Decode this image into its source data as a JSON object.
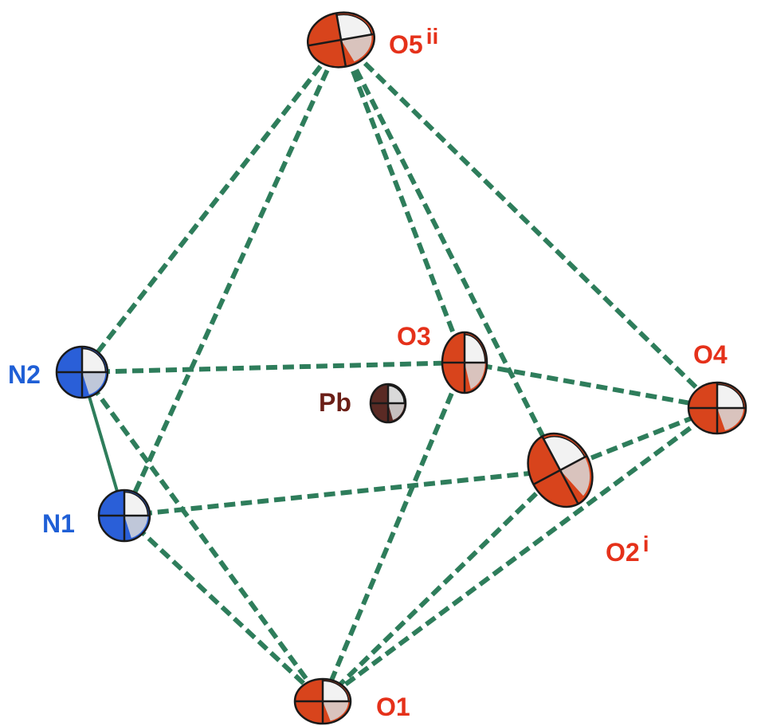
{
  "colors": {
    "bond": "#2e7d5b",
    "oxygen_fill": "#d8441c",
    "oxygen_label": "#e5311a",
    "nitrogen_fill": "#2a5fd8",
    "nitrogen_label": "#1f5fd6",
    "lead_fill": "#5a2a24",
    "lead_label": "#6b1f17",
    "octant": "#d9d9d9",
    "octant_light": "#f2f2f2"
  },
  "atoms": [
    {
      "id": "O5",
      "element": "O",
      "label": "O5",
      "sup": "ii"
    },
    {
      "id": "O3",
      "element": "O",
      "label": "O3",
      "sup": ""
    },
    {
      "id": "O4",
      "element": "O",
      "label": "O4",
      "sup": ""
    },
    {
      "id": "O2",
      "element": "O",
      "label": "O2",
      "sup": "i"
    },
    {
      "id": "O1",
      "element": "O",
      "label": "O1",
      "sup": ""
    },
    {
      "id": "N2",
      "element": "N",
      "label": "N2",
      "sup": ""
    },
    {
      "id": "N1",
      "element": "N",
      "label": "N1",
      "sup": ""
    },
    {
      "id": "Pb",
      "element": "Pb",
      "label": "Pb",
      "sup": ""
    }
  ],
  "dashed_contacts": [
    [
      "O5",
      "N2"
    ],
    [
      "O5",
      "N1"
    ],
    [
      "O5",
      "O3"
    ],
    [
      "O5",
      "O2"
    ],
    [
      "O5",
      "O4"
    ],
    [
      "N2",
      "O3"
    ],
    [
      "O3",
      "O4"
    ],
    [
      "O3",
      "O1"
    ],
    [
      "N2",
      "O1"
    ],
    [
      "N1",
      "O1"
    ],
    [
      "N1",
      "O2"
    ],
    [
      "O2",
      "O4"
    ],
    [
      "O2",
      "O1"
    ],
    [
      "O4",
      "O1"
    ]
  ],
  "solid_bonds": [
    [
      "N2",
      "N1"
    ]
  ]
}
